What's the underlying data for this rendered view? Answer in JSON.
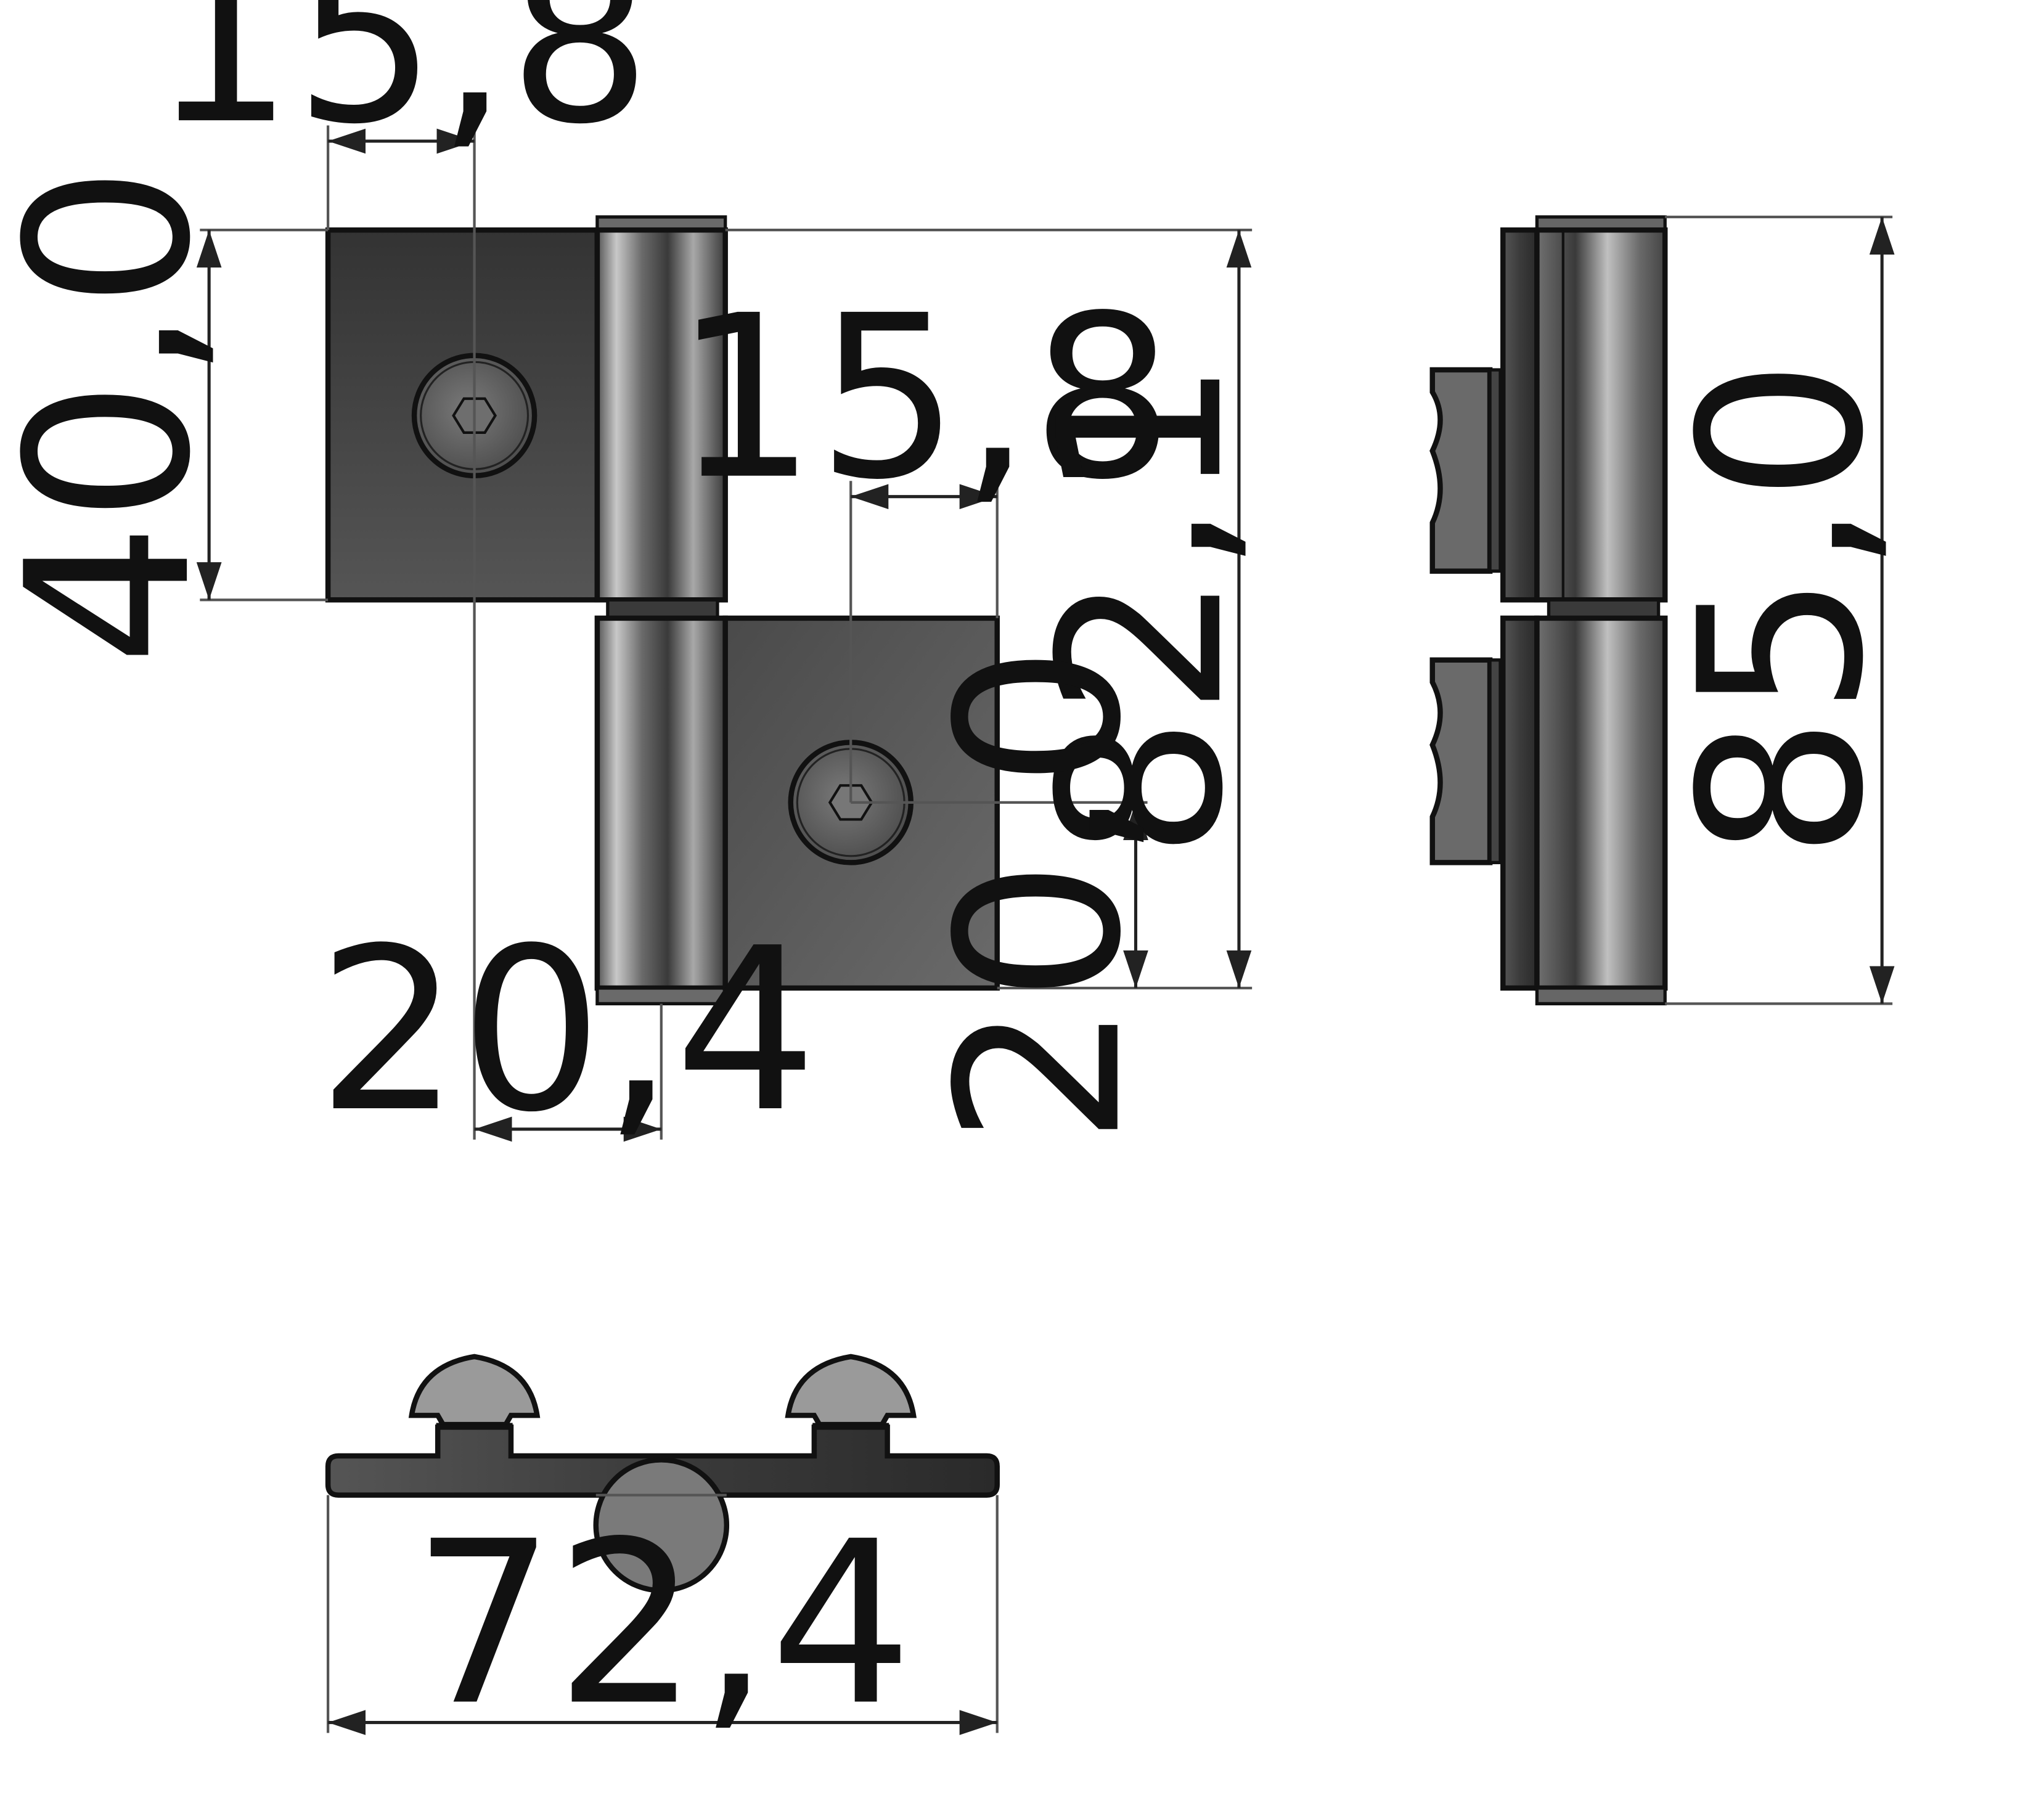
{
  "drawing": {
    "dimensions": {
      "top_leaf_hole_offset": "15,8",
      "top_leaf_height": "40,0",
      "bottom_leaf_hole_offset": "15,8",
      "overall_height_front": "82,1",
      "hole_height_from_bottom": "20,0",
      "hole_to_hinge_axis": "20,4",
      "overall_height_side": "85,0",
      "overall_width": "72,4"
    },
    "colors": {
      "leaf_dark": "#3c3c3c",
      "leaf_mid": "#5e5e5e",
      "barrel_light": "#d2d2d2",
      "barrel_dark": "#4a4a4a",
      "screw_head": "#8a8a8a",
      "line": "#111111"
    }
  }
}
